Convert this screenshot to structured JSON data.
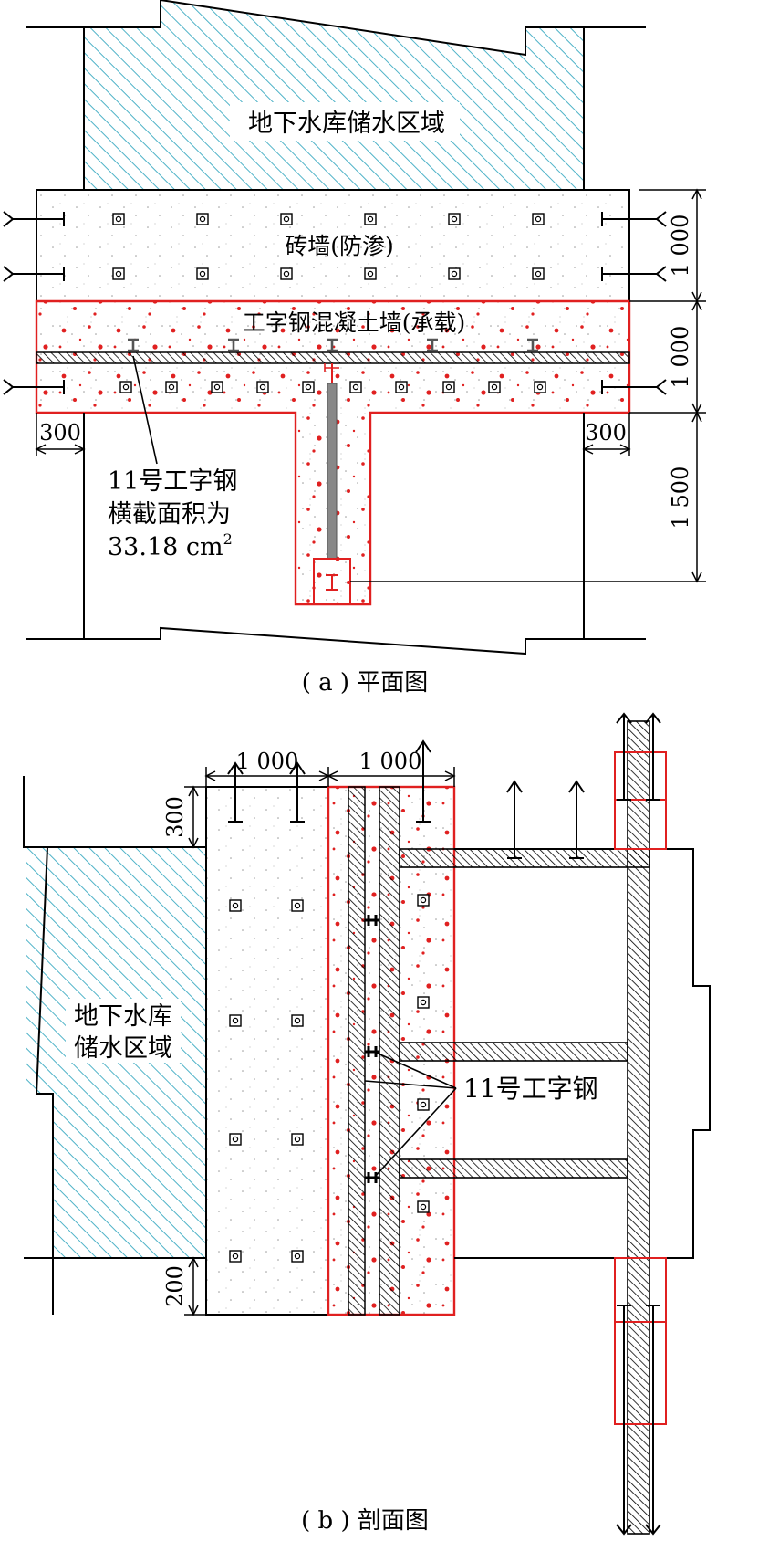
{
  "plan": {
    "reservoir_label": "地下水库储水区域",
    "brick_wall_label": "砖墙(防渗)",
    "concrete_wall_label": "工字钢混凝土墙(承载)",
    "callout_line1": "11号工字钢",
    "callout_line2": "横截面积为",
    "callout_line3": "33.18 cm",
    "callout_sup": "2",
    "dim_brick": "1 000",
    "dim_concrete": "1 000",
    "dim_stub": "1 500",
    "dim_left": "300",
    "dim_right": "300",
    "caption": "( a ) 平面图"
  },
  "section": {
    "reservoir_line1": "地下水库",
    "reservoir_line2": "储水区域",
    "dim_brick": "1 000",
    "dim_concrete": "1 000",
    "dim_top": "300",
    "dim_bottom": "200",
    "callout": "11号工字钢",
    "caption": "( b ) 剖面图"
  },
  "colors": {
    "hatch_blue": "#4fb3c8",
    "concrete_red": "#e02020",
    "steel_gray": "#888888"
  }
}
